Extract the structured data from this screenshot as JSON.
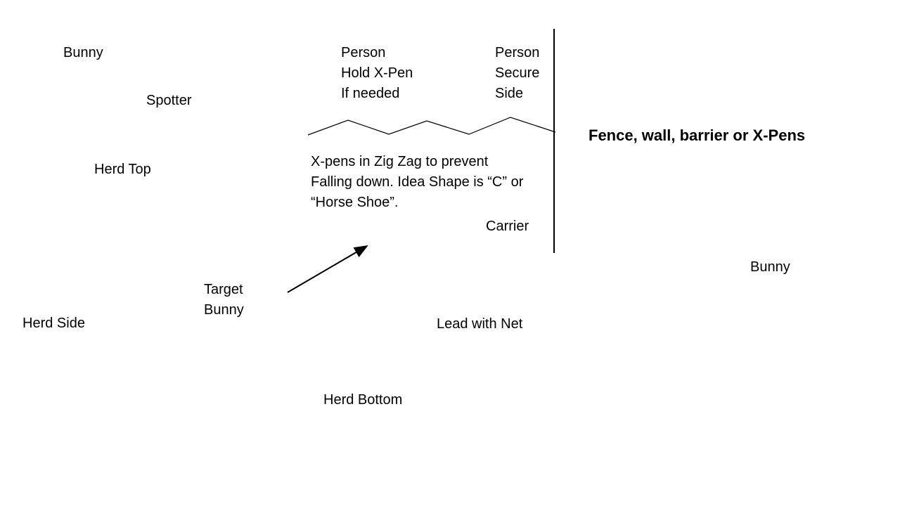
{
  "labels": {
    "bunny_top": "Bunny",
    "spotter": "Spotter",
    "herd_top": "Herd Top",
    "herd_side": "Herd Side",
    "target_bunny": [
      "Target",
      "Bunny"
    ],
    "person_hold": [
      "Person",
      "Hold X-Pen",
      "If needed"
    ],
    "person_secure": [
      "Person",
      "Secure",
      "Side"
    ],
    "fence_title": "Fence,  wall, barrier or X-Pens",
    "xpen_note": [
      "X-pens in Zig Zag to prevent",
      "Falling down. Idea Shape is “C” or",
      "“Horse Shoe”."
    ],
    "carrier": "Carrier",
    "bunny_right": "Bunny",
    "lead_with_net": "Lead with Net",
    "herd_bottom": "Herd Bottom"
  },
  "colors": {
    "line": "#000000",
    "background": "#ffffff"
  }
}
